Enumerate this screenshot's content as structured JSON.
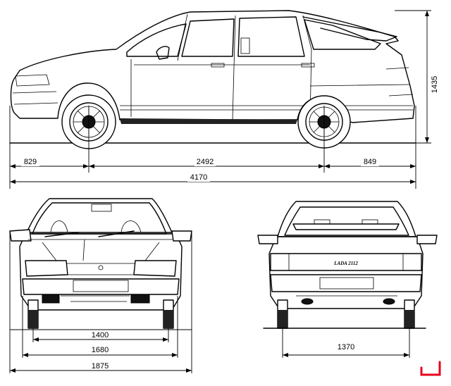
{
  "dimensions": {
    "front_overhang": "829",
    "wheelbase": "2492",
    "rear_overhang": "849",
    "overall_length": "4170",
    "height": "1435",
    "front_track": "1400",
    "body_width": "1680",
    "overall_width": "1875",
    "rear_track": "1370"
  },
  "rear_badge": "LADA 2112",
  "logo_color": "#e8001c"
}
